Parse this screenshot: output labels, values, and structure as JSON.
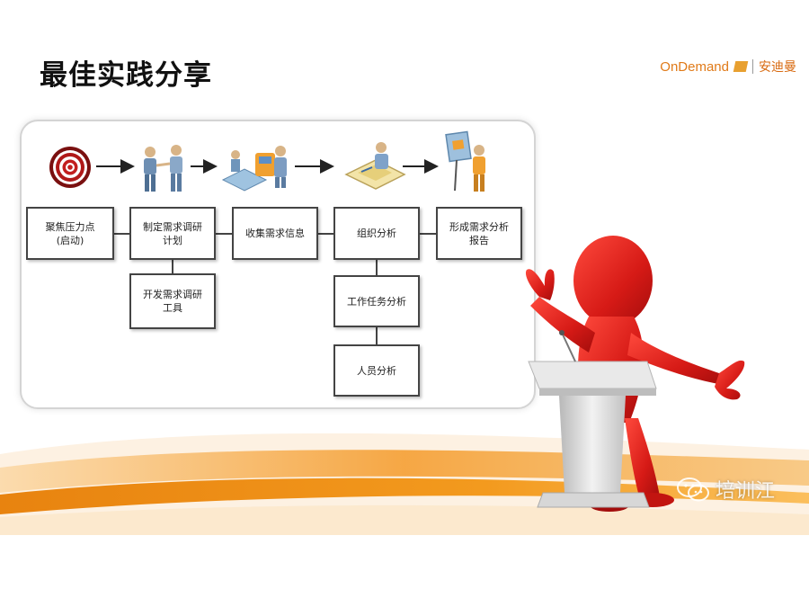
{
  "slide": {
    "title": "最佳实践分享",
    "logo": {
      "brand": "OnDemand",
      "chinese": "安迪曼"
    },
    "watermark": "培训江"
  },
  "process_boxes": [
    {
      "id": "b1",
      "line1": "聚焦压力点",
      "line2": "(启动)"
    },
    {
      "id": "b2",
      "line1": "制定需求调研",
      "line2": "计划"
    },
    {
      "id": "b3",
      "line1": "收集需求信息",
      "line2": ""
    },
    {
      "id": "b4",
      "line1": "组织分析",
      "line2": ""
    },
    {
      "id": "b5",
      "line1": "形成需求分析",
      "line2": "报告"
    },
    {
      "id": "b6",
      "line1": "开发需求调研",
      "line2": "工具"
    },
    {
      "id": "b7",
      "line1": "工作任务分析",
      "line2": ""
    },
    {
      "id": "b8",
      "line1": "人员分析",
      "line2": ""
    }
  ],
  "icons": [
    "target-icon",
    "handshake-icon",
    "data-gathering-icon",
    "analysis-desk-icon",
    "report-presenter-icon"
  ],
  "colors": {
    "accent_orange": "#e07a18",
    "figure_red": "#d61a16",
    "box_border": "#444444"
  }
}
